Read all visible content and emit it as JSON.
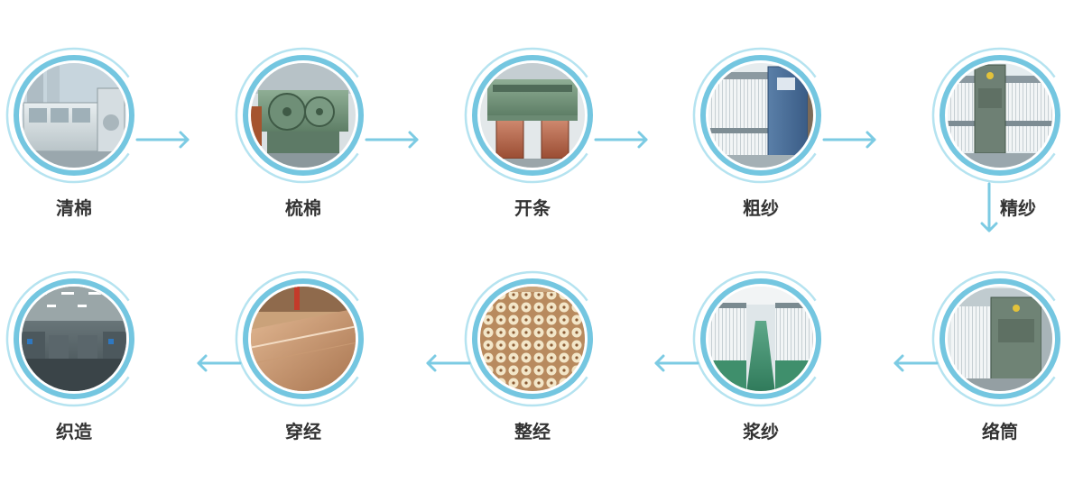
{
  "colors": {
    "ring": "#74c6e0",
    "ring_light": "#b5e3f0",
    "arrow": "#7ccbe3",
    "label": "#333333"
  },
  "steps": [
    {
      "label": "清棉",
      "photo": "blowroom-machine"
    },
    {
      "label": "梳棉",
      "photo": "carding-machine"
    },
    {
      "label": "开条",
      "photo": "drawing-frame"
    },
    {
      "label": "粗纱",
      "photo": "roving-frame"
    },
    {
      "label": "精纱",
      "photo": "spinning-frame"
    },
    {
      "label": "络筒",
      "photo": "winding-machine"
    },
    {
      "label": "浆纱",
      "photo": "sizing-workshop"
    },
    {
      "label": "整经",
      "photo": "warping-creel"
    },
    {
      "label": "穿经",
      "photo": "drawing-in-warp"
    },
    {
      "label": "织造",
      "photo": "weaving-hall"
    }
  ]
}
